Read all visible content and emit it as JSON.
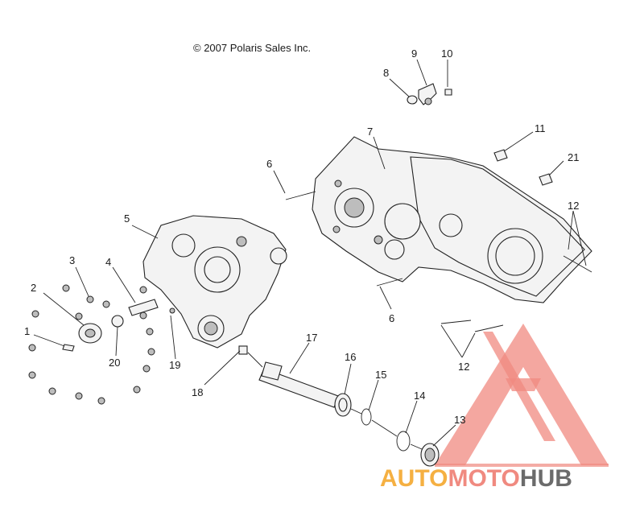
{
  "copyright": "© 2007 Polaris Sales Inc.",
  "callouts": [
    "1",
    "2",
    "3",
    "4",
    "5",
    "6",
    "6",
    "7",
    "8",
    "9",
    "10",
    "11",
    "12",
    "12",
    "13",
    "14",
    "15",
    "16",
    "17",
    "18",
    "19",
    "20",
    "21"
  ],
  "watermark": {
    "part1": "AUTO",
    "part2": "MOTO",
    "part3": "HUB",
    "colors": {
      "auto": "#f5b042",
      "moto": "#f08a80",
      "hub": "#6b6b6b"
    }
  }
}
